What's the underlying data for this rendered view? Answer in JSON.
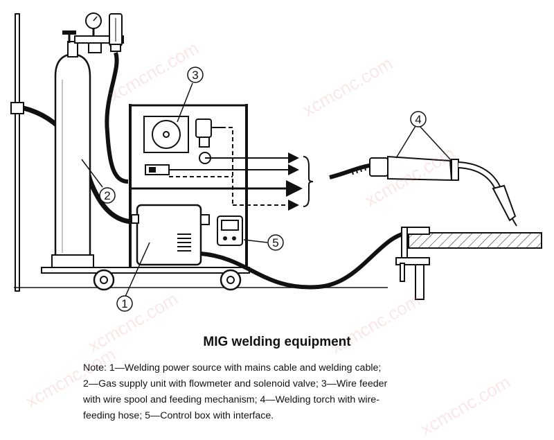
{
  "title": "MIG welding equipment",
  "note_lines": [
    "Note: 1—Welding power source with mains cable and welding cable;",
    "2—Gas supply unit with flowmeter and solenoid valve; 3—Wire feeder",
    "with wire spool and feeding mechanism; 4—Welding torch with wire-",
    "feeding hose; 5—Control box with interface."
  ],
  "callouts": {
    "c1": "1",
    "c2": "2",
    "c3": "3",
    "c4": "4",
    "c5": "5"
  },
  "watermark": "xcmcnc.com",
  "colors": {
    "line": "#111111",
    "watermark": "#e87878"
  }
}
